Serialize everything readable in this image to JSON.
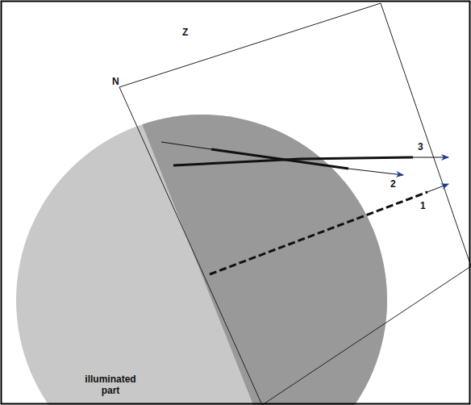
{
  "diagram": {
    "labels": [
      "Z",
      "N",
      "3",
      "2",
      "1",
      "illuminated part"
    ]
  }
}
